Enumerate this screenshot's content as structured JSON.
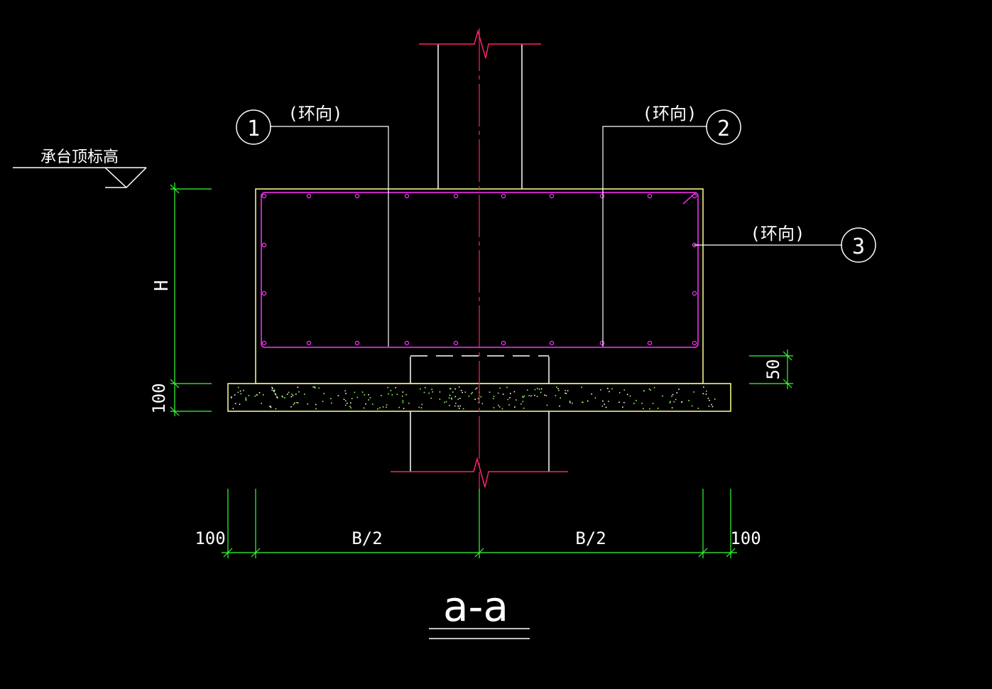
{
  "colors": {
    "background": "#000000",
    "outline": "#ffffff",
    "cap_outline": "#ffff99",
    "rebar": "#ff33ff",
    "dimension": "#33ff33",
    "centerline": "#ff2266",
    "concrete_hatch": "#99ff66"
  },
  "labels": {
    "elevation": "承台顶标高",
    "ring_note": "(环向)",
    "marker_1": "1",
    "marker_2": "2",
    "marker_3": "3",
    "dim_height": "H",
    "dim_cushion": "100",
    "dim_cover": "50",
    "dim_left_margin": "100",
    "dim_half_left": "B/2",
    "dim_half_right": "B/2",
    "dim_right_margin": "100",
    "section_title": "a-a"
  }
}
